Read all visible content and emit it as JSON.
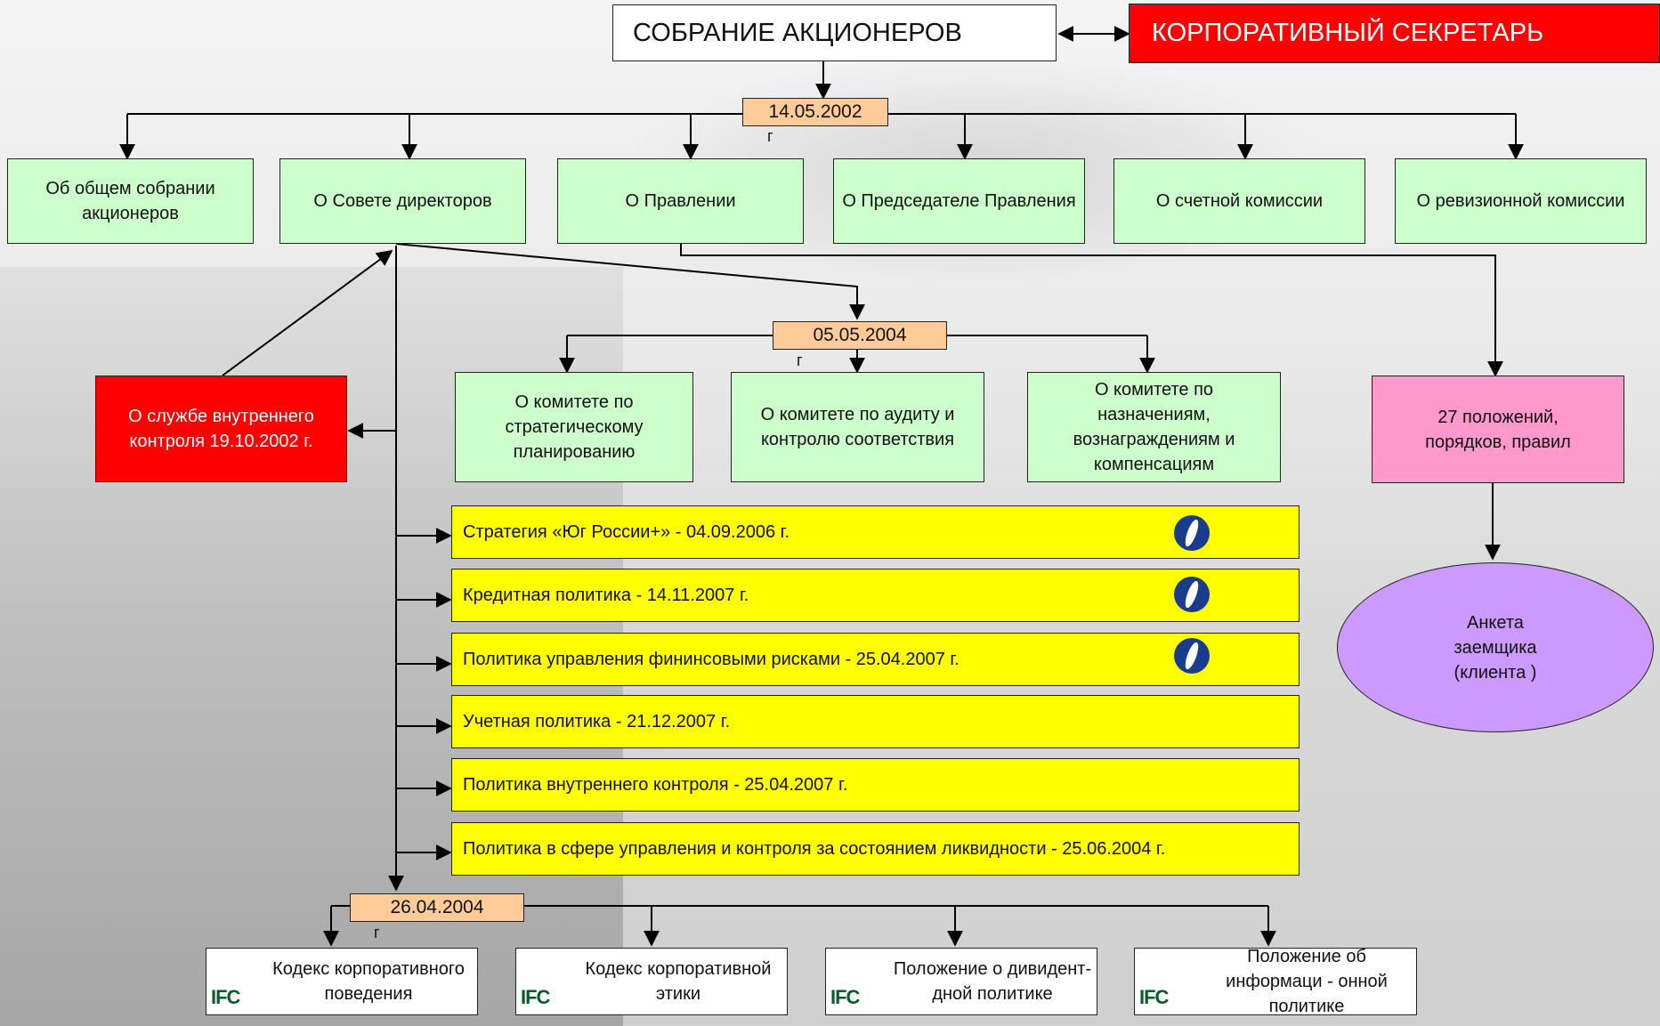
{
  "top": {
    "shareholders": "СОБРАНИЕ АКЦИОНЕРОВ",
    "secretary": "КОРПОРАТИВНЫЙ СЕКРЕТАРЬ"
  },
  "dates": {
    "d1": "14.05.2002",
    "d2": "05.05.2004",
    "d3": "26.04.2004",
    "suffix": "г"
  },
  "level1": [
    "Об общем собрании акционеров",
    "О Совете директоров",
    "О Правлении",
    "О Председателе Правления",
    "О счетной комиссии",
    "О ревизионной комиссии"
  ],
  "internal_control": "О службе внутреннего контроля 19.10.2002 г.",
  "committees": [
    "О комитете по стратегическому планированию",
    "О комитете по аудиту и контролю соответствия",
    "О комитете по назначениям, вознаграждениям и компенсациям"
  ],
  "provisions": "27 положений, порядков, правил",
  "questionnaire": "Анкета заемщика (клиента )",
  "policies": [
    "Стратегия «Юг России+» - 04.09.2006 г.",
    "Кредитная политика - 14.11.2007 г.",
    "Политика управления фининсовыми рисками - 25.04.2007 г.",
    "Учетная политика - 21.12.2007 г.",
    "Политика внутреннего контроля  - 25.04.2007 г.",
    "Политика в сфере управления и контроля за состоянием ликвидности - 25.06.2004 г."
  ],
  "codes": [
    "Кодекс корпоративного поведения",
    "Кодекс корпоративной этики",
    "Положение о дивидент-дной политике",
    "Положение об информаци - онной политике"
  ],
  "logos": {
    "ifc": "IFC"
  },
  "colors": {
    "green_box": "#ccffcc",
    "red_box": "#ff0000",
    "yellow_box": "#ffff00",
    "date_box": "#ffcc99",
    "pink_box": "#ff99cc",
    "ellipse": "#cc99ff"
  }
}
